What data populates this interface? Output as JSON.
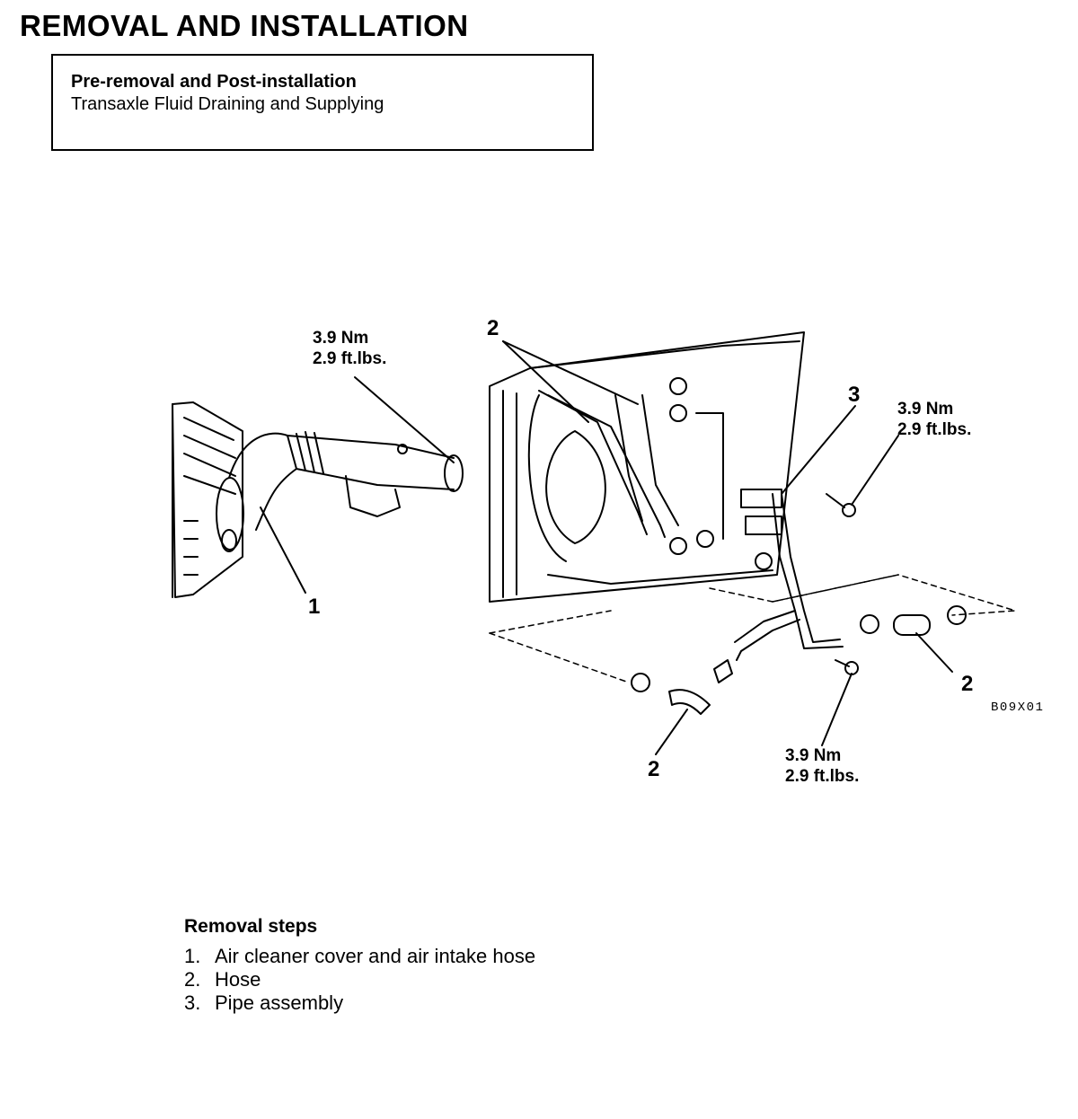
{
  "title": "REMOVAL AND INSTALLATION",
  "pre_box": {
    "heading": "Pre-removal and Post-installation",
    "item": "Transaxle Fluid Draining and Supplying"
  },
  "figure": {
    "figure_id": "B09X01",
    "callouts": {
      "part1": "1",
      "hose_top": "2",
      "pipe": "3",
      "hose_right": "2",
      "hose_bottom": "2"
    },
    "torque": {
      "intake": {
        "nm": "3.9 Nm",
        "ftlbs": "2.9 ft.lbs."
      },
      "upper_right": {
        "nm": "3.9 Nm",
        "ftlbs": "2.9 ft.lbs."
      },
      "lower": {
        "nm": "3.9 Nm",
        "ftlbs": "2.9 ft.lbs."
      }
    }
  },
  "removal_steps": {
    "heading": "Removal steps",
    "steps": [
      {
        "num": "1.",
        "text": "Air cleaner cover and air intake hose"
      },
      {
        "num": "2.",
        "text": "Hose"
      },
      {
        "num": "3.",
        "text": "Pipe assembly"
      }
    ]
  }
}
